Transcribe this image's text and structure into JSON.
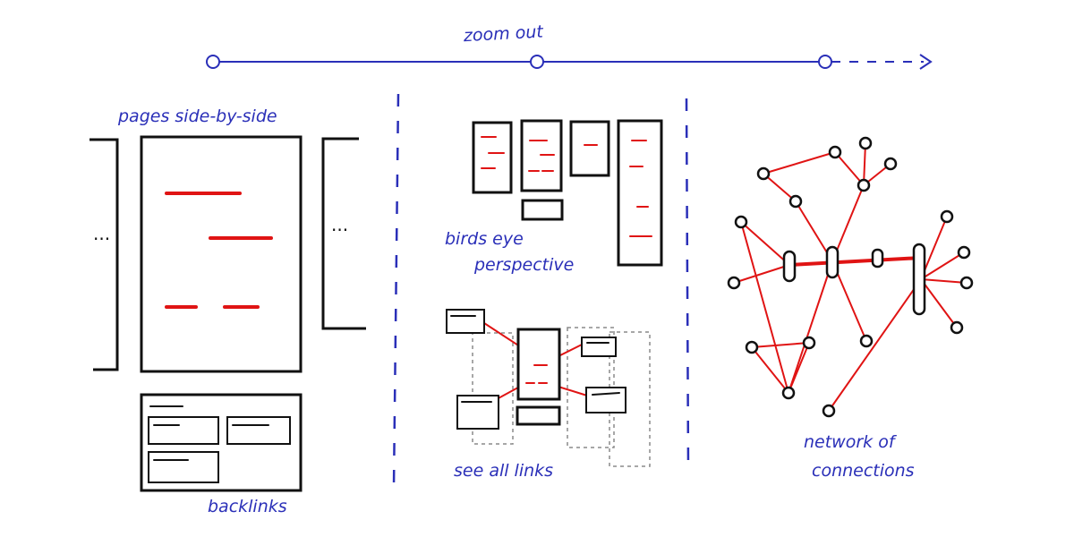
{
  "timeline": {
    "label": "zoom out"
  },
  "panel_pages": {
    "title": "pages side-by-side",
    "left_ellipsis": "...",
    "right_ellipsis": "...",
    "backlinks_label": "backlinks"
  },
  "panel_birds_eye": {
    "label_line1": "birds eye",
    "label_line2": "perspective",
    "links_label": "see all links"
  },
  "panel_network": {
    "label_line1": "network of",
    "label_line2": "connections"
  },
  "colors": {
    "ink_blue": "#2a2fb8",
    "link_red": "#e01414",
    "outline_black": "#111111",
    "ghost_gray": "#8a8a8a"
  }
}
